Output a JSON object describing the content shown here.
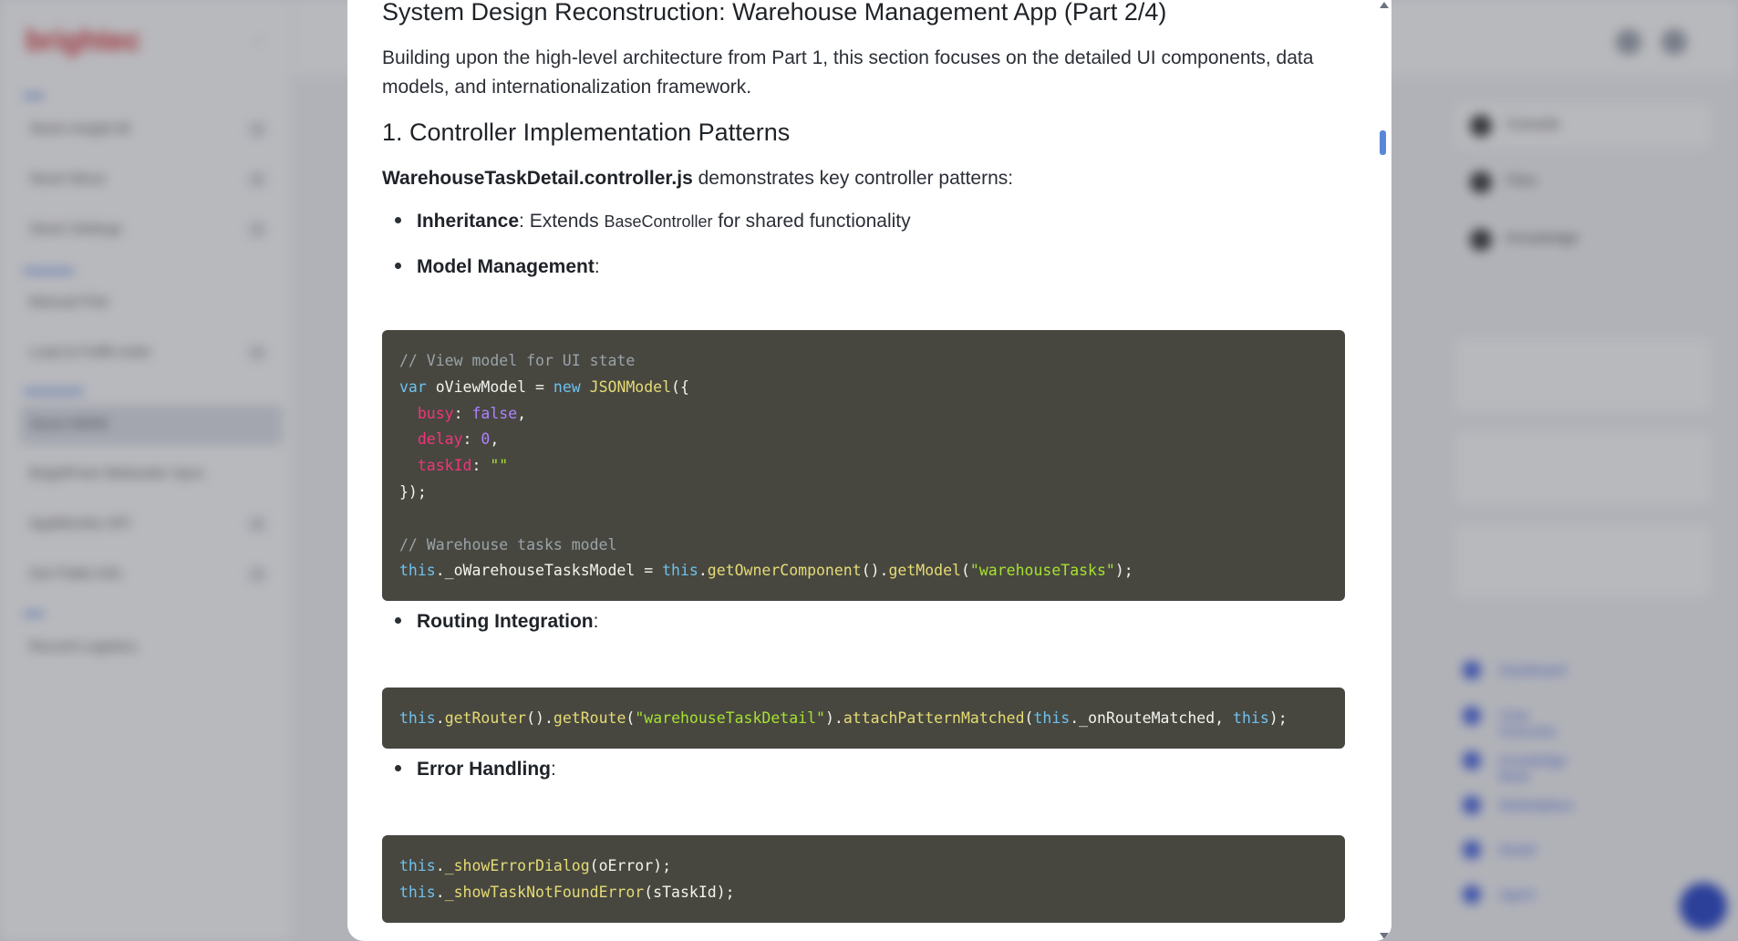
{
  "background": {
    "logo": "brightec",
    "sidebar_items": [
      {
        "label": "Stock Insight BI",
        "count": "12"
      },
      {
        "label": "Stock Move",
        "count": "12"
      },
      {
        "label": "Stock Settings",
        "count": "12"
      },
      {
        "label": "Manual Pick",
        "count": ""
      },
      {
        "label": "Load & Fulfill order",
        "count": "12"
      },
      {
        "label": "Stock MWM",
        "count": ""
      },
      {
        "label": "BrightPoint Weborder Sync",
        "count": ""
      },
      {
        "label": "AppMonitor API",
        "count": "12"
      },
      {
        "label": "Get Pallet Info",
        "count": "12"
      },
      {
        "label": "Record Logistics",
        "count": ""
      }
    ],
    "right_items": [
      "Console",
      "Files",
      "Knowledge"
    ],
    "right_links": [
      "Dashboard",
      "Chat Overview",
      "Knowledge Base",
      "Marketplace",
      "Model",
      "Agent"
    ],
    "accent": "#d63036",
    "link_color": "#3c5be0"
  },
  "modal": {
    "title": "System Design Reconstruction: Warehouse Management App (Part 2/4)",
    "intro": "Building upon the high-level architecture from Part 1, this section focuses on the detailed UI components, data models, and internationalization framework.",
    "section_heading": "1. Controller Implementation Patterns",
    "lead_file": "WarehouseTaskDetail.controller.js",
    "lead_text": " demonstrates key controller patterns:",
    "bullets": {
      "inheritance_label": "Inheritance",
      "inheritance_text_a": ": Extends ",
      "inheritance_code": "BaseController",
      "inheritance_text_b": " for shared functionality",
      "model_label": "Model Management",
      "routing_label": "Routing Integration",
      "error_label": "Error Handling",
      "colon": ":"
    },
    "code_model": {
      "comment1": "// View model for UI state",
      "var_kw": "var",
      "var_name": " oViewModel = ",
      "new_kw": "new",
      "ctor": "JSONModel",
      "open": "({",
      "busy_key": "busy",
      "busy_val": "false",
      "delay_key": "delay",
      "delay_val": "0",
      "taskid_key": "taskId",
      "taskid_val": "\"\"",
      "close": "});",
      "comment2": "// Warehouse tasks model",
      "this_kw": "this",
      "prop": "._oWarehouseTasksModel = ",
      "getOwner": "getOwnerComponent",
      "getModel": "getModel",
      "model_name": "\"warehouseTasks\""
    },
    "code_routing": {
      "this_kw": "this",
      "getRouter": "getRouter",
      "getRoute": "getRoute",
      "route_name": "\"warehouseTaskDetail\"",
      "attach": "attachPatternMatched",
      "handler": "._onRouteMatched, "
    },
    "code_error": {
      "this_kw": "this",
      "fn1": "_showErrorDialog",
      "arg1": "(oError);",
      "fn2": "_showTaskNotFoundError",
      "arg2": "(sTaskId);"
    }
  }
}
